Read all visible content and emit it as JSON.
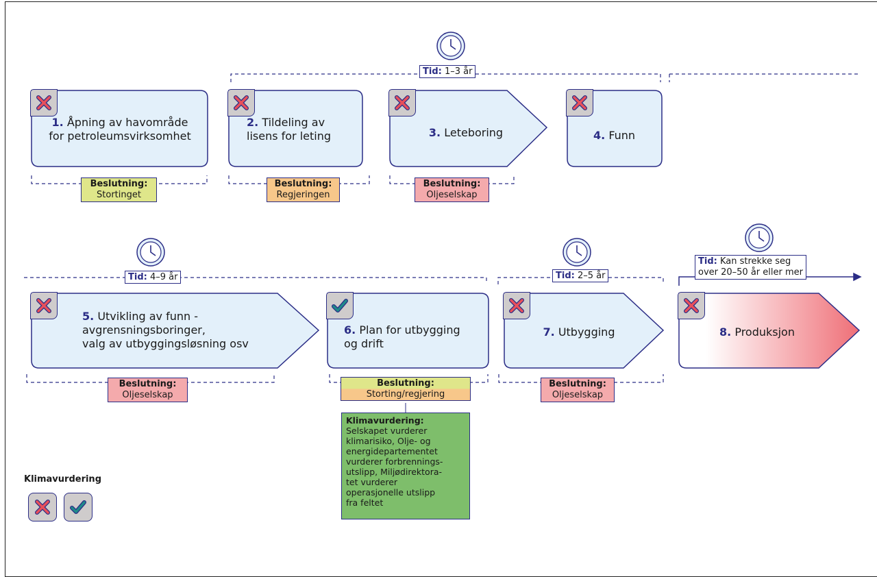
{
  "stages": [
    {
      "num": "1.",
      "text": "Åpning av havområde\nfor petroleumsvirksomhet",
      "climate": "no"
    },
    {
      "num": "2.",
      "text": "Tildeling av\nlisens for leting",
      "climate": "no"
    },
    {
      "num": "3.",
      "text": "Leteboring",
      "climate": "no"
    },
    {
      "num": "4.",
      "text": "Funn",
      "climate": "no"
    },
    {
      "num": "5.",
      "text": "Utvikling av funn -\navgrensningsboringer,\nvalg av utbyggingsløsning osv",
      "climate": "no"
    },
    {
      "num": "6.",
      "text": "Plan for utbygging\nog drift",
      "climate": "yes"
    },
    {
      "num": "7.",
      "text": "Utbygging",
      "climate": "no"
    },
    {
      "num": "8.",
      "text": "Produksjon",
      "climate": "no"
    }
  ],
  "decisions": [
    {
      "label": "Beslutning:",
      "value": "Stortinget",
      "color": "#dfe68a"
    },
    {
      "label": "Beslutning:",
      "value": "Regjeringen",
      "color": "#f7c78a"
    },
    {
      "label": "Beslutning:",
      "value": "Oljeselskap",
      "color": "#f4aaac"
    },
    {
      "label": "Beslutning:",
      "value": "Oljeselskap",
      "color": "#f4aaac"
    },
    {
      "label": "Beslutning:",
      "value": "Storting/regjering",
      "color_top": "#dfe68a",
      "color_bottom": "#f7c78a"
    },
    {
      "label": "Beslutning:",
      "value": "Oljeselskap",
      "color": "#f4aaac"
    }
  ],
  "durations": [
    {
      "label": "Tid:",
      "value": "1–3 år"
    },
    {
      "label": "Tid:",
      "value": "4–9 år"
    },
    {
      "label": "Tid:",
      "value": "2–5 år"
    },
    {
      "label": "Tid:",
      "value": "Kan strekke seg",
      "value2": "over 20–50 år eller mer"
    }
  ],
  "klimavurdering_box": {
    "title": "Klimavurdering:",
    "text": "Selskapet vurderer\nklimarisiko, Olje- og\nenergidepartementet\nvurderer forbrennings-\nutslipp, Miljødirektora-\ntet vurderer\noperasjonelle utslipp\nfra feltet"
  },
  "legend": {
    "title": "Klimavurdering",
    "icons": [
      "cross-icon",
      "check-icon"
    ]
  },
  "colors": {
    "accent": "#2b2d86",
    "stage_fill": "#e3f0fa",
    "production_gradient_end": "#ef6f77",
    "cross": "#e8505b",
    "check": "#1f8a8a",
    "climate_box": "#7ebe6b"
  }
}
